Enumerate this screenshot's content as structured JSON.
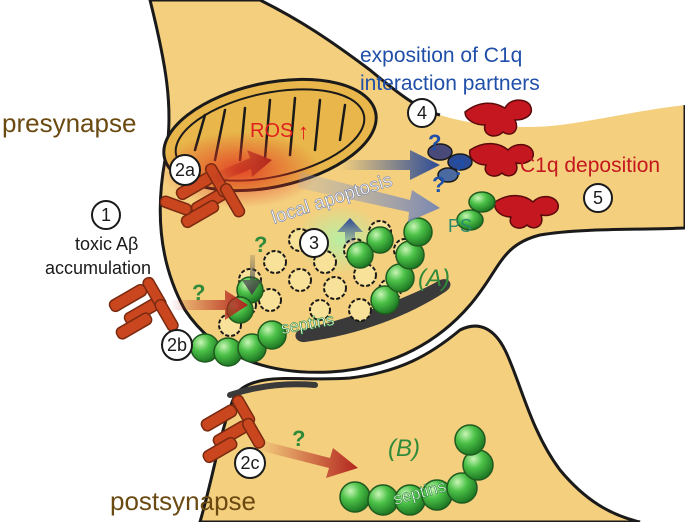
{
  "labels": {
    "presynapse": "presynapse",
    "postsynapse": "postsynapse",
    "ros": "ROS",
    "ros_arrow": "↑",
    "local_apoptosis": "local apoptosis",
    "exposition_line1": "exposition of C1q",
    "exposition_line2": "interaction partners",
    "c1q_deposition": "C1q deposition",
    "ps": "PS",
    "toxic_line1": "toxic Aβ",
    "toxic_line2": "accumulation",
    "septins_a": "septins",
    "septins_b": "septins",
    "pathway_a": "(A)",
    "pathway_b": "(B)",
    "question": "?"
  },
  "steps": {
    "s1": "1",
    "s2a": "2a",
    "s2b": "2b",
    "s2c": "2c",
    "s3": "3",
    "s4": "4",
    "s5": "5"
  },
  "colors": {
    "membrane": "#f4cf7e",
    "membrane_stroke": "#1a1a1a",
    "brown_text": "#6b4a12",
    "ros_red": "#e01f1f",
    "c1q_red": "#c4171f",
    "blue_text": "#1f4fa8",
    "teal_text": "#2c8a6a",
    "green_text": "#2f8a3a",
    "septin_green": "#4cc248",
    "abeta_orange": "#c9461f",
    "mito_fill": "#e8b64a"
  }
}
